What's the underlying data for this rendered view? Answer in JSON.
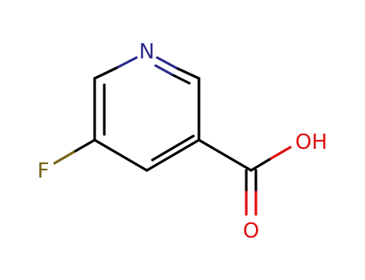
{
  "molecule": {
    "atoms": [
      {
        "id": "N1",
        "symbol": "N",
        "label": "N",
        "color": "#2a2a8c"
      },
      {
        "id": "F",
        "symbol": "F",
        "label": "F",
        "color": "#7a6418"
      },
      {
        "id": "OH",
        "symbol": "O",
        "label": "OH",
        "color": "#e01010"
      },
      {
        "id": "O",
        "symbol": "O",
        "label": "O",
        "color": "#e01010"
      }
    ],
    "bond_color": "#000000"
  }
}
